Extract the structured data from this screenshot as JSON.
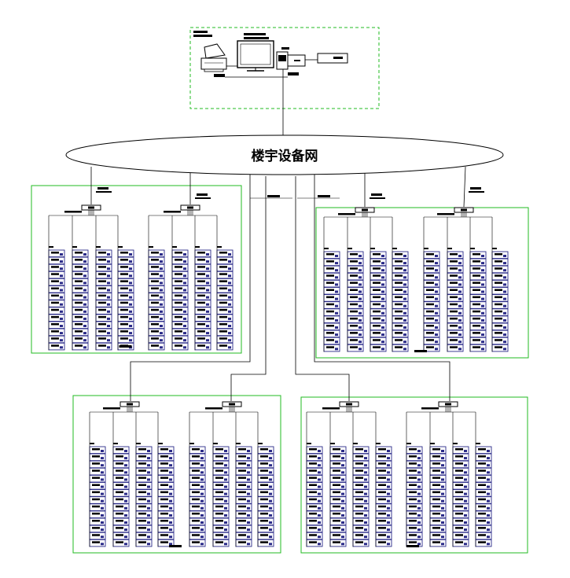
{
  "network": {
    "label": "楼宇设备网"
  },
  "colors": {
    "zone_border": "#22bb22",
    "module_border": "#2a2a88",
    "module_fill": "#ffffff",
    "line": "#000000"
  },
  "zones": {
    "count": 4,
    "controllers_per_zone": 2,
    "branches_per_controller": 4,
    "modules_per_branch": 14
  }
}
